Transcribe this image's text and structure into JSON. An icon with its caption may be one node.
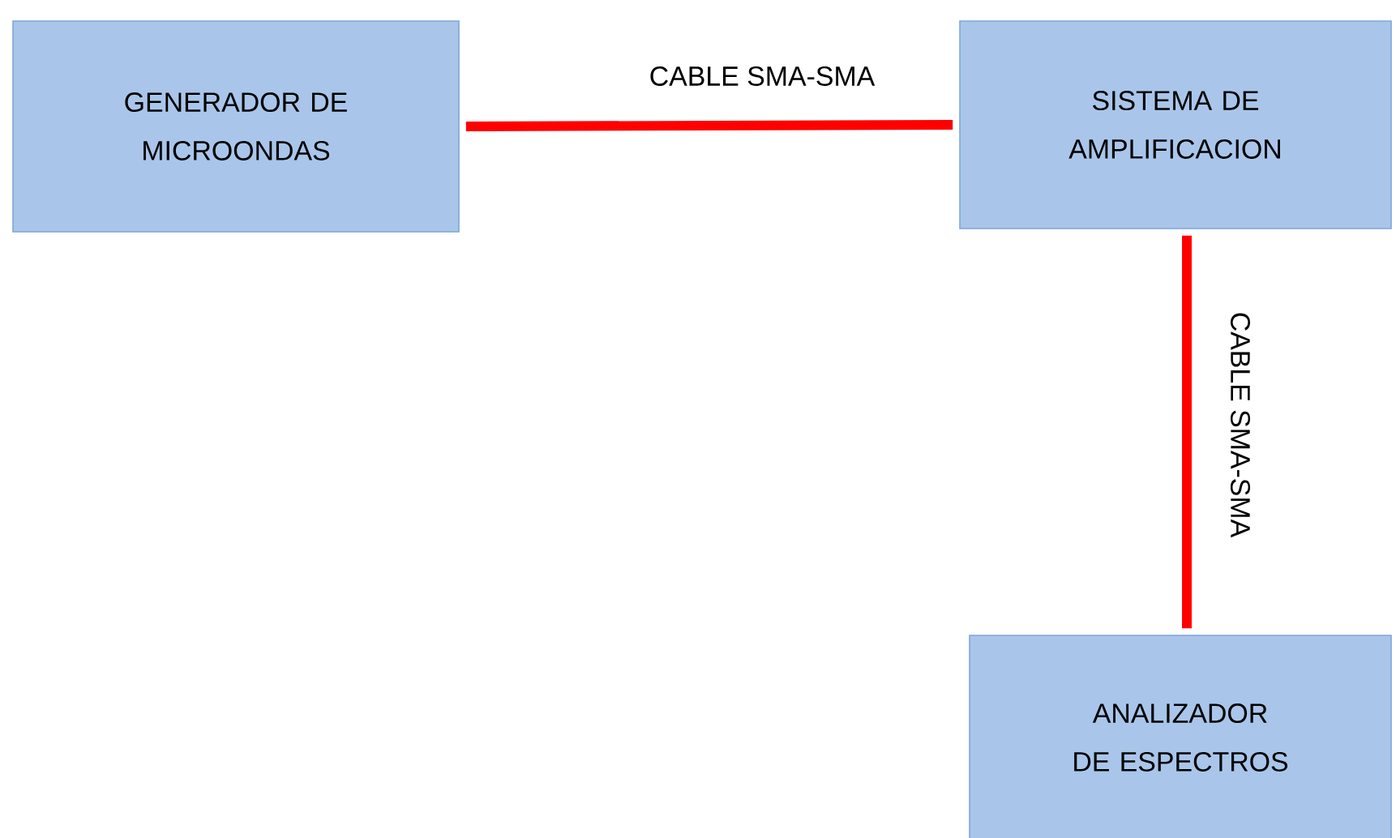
{
  "diagram": {
    "nodes": [
      {
        "text": [
          "GENERADOR DE MICROONDAS"
        ]
      },
      {
        "text": [
          "SISTEMA DE AMPLIFICACION"
        ]
      },
      {
        "text": [
          "ANALIZADOR DE ESPECTROS"
        ]
      }
    ],
    "edges": [
      {
        "from": 0,
        "to": 1,
        "arrow": "none",
        "label": "CABLE SMA-SMA"
      },
      {
        "from": 1,
        "to": 2,
        "arrow": "none",
        "label": "CABLE SMA-SMA"
      }
    ]
  }
}
